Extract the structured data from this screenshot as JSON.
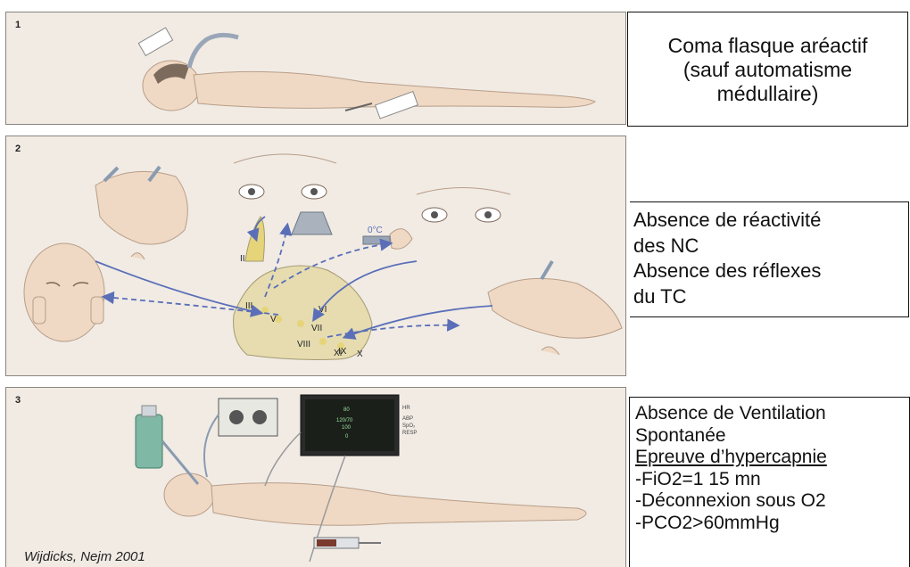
{
  "panels": [
    {
      "number": "1"
    },
    {
      "number": "2",
      "labels": {
        "temp": "0°C",
        "n2": "II",
        "n3": "III",
        "n5": "V",
        "n6": "VI",
        "n7": "VII",
        "n8": "VIII",
        "n9": "IX",
        "n10": "X",
        "n11": "XI"
      }
    },
    {
      "number": "3",
      "citation": "Wijdicks, Nejm 2001",
      "monitor": {
        "v1": "80",
        "v2": "120/70",
        "v3": "100",
        "v4": "0",
        "l1": "HR",
        "l2": "ABP",
        "l3": "SpO₂",
        "l4": "RESP"
      }
    }
  ],
  "boxes": {
    "box1": [
      "Coma flasque aréactif",
      "(sauf automatisme",
      "médullaire)"
    ],
    "box2": [
      "Absence de réactivité",
      "des NC",
      "Absence des réflexes",
      "du TC"
    ],
    "box3": {
      "lines_a": [
        "Absence de Ventilation",
        "Spontanée"
      ],
      "underlined": "Epreuve d’hypercapnie",
      "lines_b": [
        "-FiO2=1 15 mn",
        "-Déconnexion sous O2",
        "-PCO2>60mmHg"
      ]
    }
  },
  "colors": {
    "panel_bg": "#f1ebe4",
    "skin": "#efd9c4",
    "arrow": "#5a6fb8",
    "nerve": "#e6d47a"
  }
}
